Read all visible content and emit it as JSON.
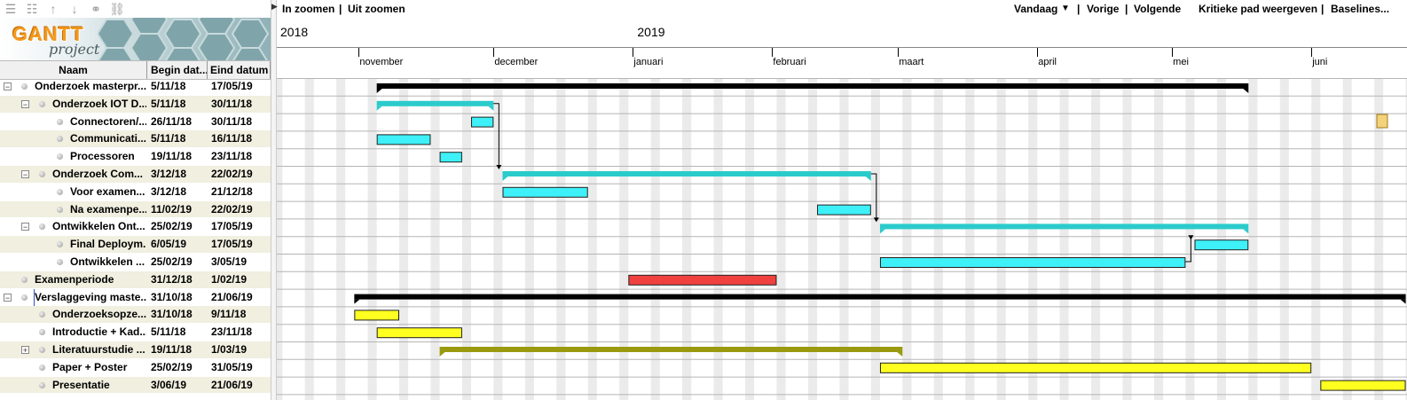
{
  "columns": {
    "name": "Naam",
    "begin": "Begin dat...",
    "end": "Eind datum"
  },
  "logo": {
    "title": "GANTT",
    "subtitle": "project"
  },
  "toolbar_icons": [
    "indent-icon",
    "outdent-icon",
    "move-up-icon",
    "move-down-icon",
    "link-icon",
    "unlink-icon"
  ],
  "right_toolbar": {
    "zoom_in": "In zoomen",
    "zoom_out": "Uit zoomen",
    "today": "Vandaag",
    "prev": "Vorige",
    "next": "Volgende",
    "critical": "Kritieke pad weergeven",
    "baselines": "Baselines..."
  },
  "timeline": {
    "years": [
      "2018",
      "2019"
    ],
    "months": [
      "november",
      "december",
      "januari",
      "februari",
      "maart",
      "april",
      "mei",
      "juni"
    ]
  },
  "tasks": [
    {
      "name": "Onderzoek masterpr...",
      "begin": "5/11/18",
      "end": "17/05/19",
      "level": 0,
      "expander": "−",
      "type": "summary",
      "color": "#000000"
    },
    {
      "name": "Onderzoek IOT D...",
      "begin": "5/11/18",
      "end": "30/11/18",
      "level": 1,
      "expander": "−",
      "type": "summary",
      "color": "#2bcbcb"
    },
    {
      "name": "Connectoren/...",
      "begin": "26/11/18",
      "end": "30/11/18",
      "level": 2,
      "expander": "",
      "type": "task",
      "color": "#3ef0f8"
    },
    {
      "name": "Communicati...",
      "begin": "5/11/18",
      "end": "16/11/18",
      "level": 2,
      "expander": "",
      "type": "task",
      "color": "#3ef0f8"
    },
    {
      "name": "Processoren",
      "begin": "19/11/18",
      "end": "23/11/18",
      "level": 2,
      "expander": "",
      "type": "task",
      "color": "#3ef0f8"
    },
    {
      "name": "Onderzoek Com...",
      "begin": "3/12/18",
      "end": "22/02/19",
      "level": 1,
      "expander": "−",
      "type": "summary",
      "color": "#2bcbcb"
    },
    {
      "name": "Voor examen...",
      "begin": "3/12/18",
      "end": "21/12/18",
      "level": 2,
      "expander": "",
      "type": "task",
      "color": "#3ef0f8"
    },
    {
      "name": "Na examenpe...",
      "begin": "11/02/19",
      "end": "22/02/19",
      "level": 2,
      "expander": "",
      "type": "task",
      "color": "#3ef0f8"
    },
    {
      "name": "Ontwikkelen Ont...",
      "begin": "25/02/19",
      "end": "17/05/19",
      "level": 1,
      "expander": "−",
      "type": "summary",
      "color": "#2bcbcb"
    },
    {
      "name": "Final Deploym...",
      "begin": "6/05/19",
      "end": "17/05/19",
      "level": 2,
      "expander": "",
      "type": "task",
      "color": "#3ef0f8"
    },
    {
      "name": "Ontwikkelen ...",
      "begin": "25/02/19",
      "end": "3/05/19",
      "level": 2,
      "expander": "",
      "type": "task",
      "color": "#3ef0f8"
    },
    {
      "name": "Examenperiode",
      "begin": "31/12/18",
      "end": "1/02/19",
      "level": 0,
      "expander": "",
      "type": "task",
      "color": "#f04040"
    },
    {
      "name": "Verslaggeving maste...",
      "begin": "31/10/18",
      "end": "21/06/19",
      "level": 0,
      "expander": "−",
      "type": "summary",
      "color": "#000000"
    },
    {
      "name": "Onderzoeksopze...",
      "begin": "31/10/18",
      "end": "9/11/18",
      "level": 1,
      "expander": "",
      "type": "task",
      "color": "#ffff20"
    },
    {
      "name": "Introductie + Kad...",
      "begin": "5/11/18",
      "end": "23/11/18",
      "level": 1,
      "expander": "",
      "type": "task",
      "color": "#ffff20"
    },
    {
      "name": "Literatuurstudie ...",
      "begin": "19/11/18",
      "end": "1/03/19",
      "level": 1,
      "expander": "+",
      "type": "summary",
      "color": "#9a9a10"
    },
    {
      "name": "Paper + Poster",
      "begin": "25/02/19",
      "end": "31/05/19",
      "level": 1,
      "expander": "",
      "type": "task",
      "color": "#ffff20"
    },
    {
      "name": "Presentatie",
      "begin": "3/06/19",
      "end": "21/06/19",
      "level": 1,
      "expander": "",
      "type": "task",
      "color": "#ffff20"
    }
  ],
  "dependencies": [
    {
      "from": 1,
      "to": 5
    },
    {
      "from": 5,
      "to": 8
    },
    {
      "from": 10,
      "to": 9
    }
  ]
}
